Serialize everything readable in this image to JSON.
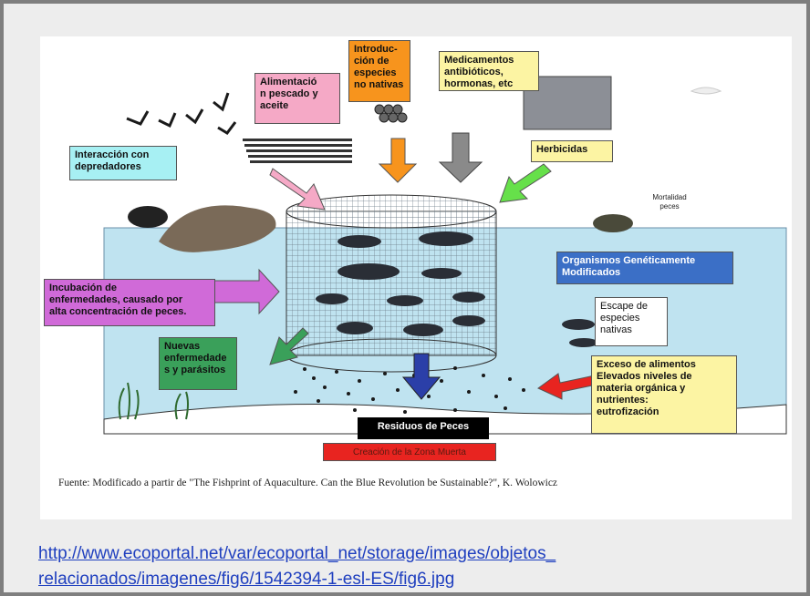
{
  "figure": {
    "labels": {
      "alimentacion": [
        "Alimentació",
        "n pescado y",
        "aceite"
      ],
      "introduccion": [
        "Introduc-",
        "ción de",
        "especies",
        "no nativas"
      ],
      "medicamentos": [
        "Medicamentos",
        "antibióticos,",
        "hormonas, etc"
      ],
      "interaccion": [
        "Interacción con",
        "depredadores"
      ],
      "herbicidas": "Herbicidas",
      "mortalidad": [
        "Mortalidad",
        "peces"
      ],
      "ogm": [
        "Organismos Genéticamente",
        "Modificados"
      ],
      "incubacion": [
        "Incubación de",
        "enfermedades, causado por",
        "alta concentración de peces."
      ],
      "escape": [
        "Escape de",
        "especies",
        "nativas"
      ],
      "nuevas": [
        "Nuevas",
        "enfermedade",
        "s y parásitos"
      ],
      "exceso": [
        "Exceso de alimentos",
        "Elevados niveles de",
        "materia orgánica y",
        "nutrientes:",
        "eutrofización"
      ],
      "residuos": "Residuos de Peces",
      "zona_muerta": "Creación de la Zona Muerta"
    },
    "caption": "Fuente: Modificado a partir de \"The Fishprint of Aquaculture. Can the Blue Revolution be Sustainable?\", K. Wolowicz",
    "colors": {
      "water": "#bfe3f0",
      "pink_box": "#f5a9c6",
      "orange_box": "#f7941d",
      "yellow_box": "#fcf4a3",
      "cyan_box": "#a7f0f3",
      "blue_box": "#3b6fc6",
      "violet_box": "#d06ad8",
      "green_box": "#3aa05a",
      "red_box": "#e82420"
    }
  },
  "link": {
    "line1": "http://www.ecoportal.net/var/ecoportal_net/storage/images/objetos_",
    "line2": "relacionados/imagenes/fig6/1542394-1-esl-ES/fig6.jpg"
  }
}
